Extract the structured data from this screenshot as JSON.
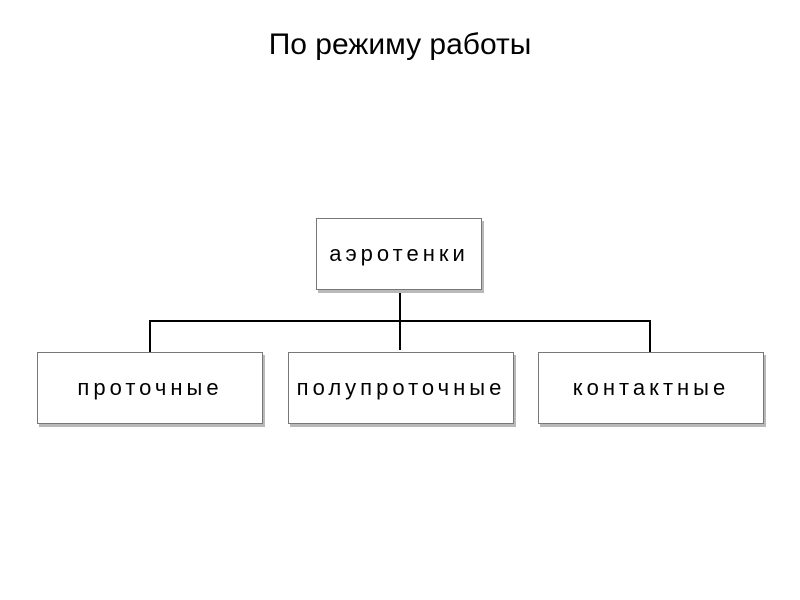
{
  "slide": {
    "title": "По режиму работы"
  },
  "diagram": {
    "root": {
      "label": "аэротенки"
    },
    "children": [
      {
        "label": "проточные"
      },
      {
        "label": "полупроточные"
      },
      {
        "label": "контактные"
      }
    ],
    "colors": {
      "line": "#000000",
      "box_border": "#777777",
      "box_shadow": "#b9b9b9"
    }
  }
}
